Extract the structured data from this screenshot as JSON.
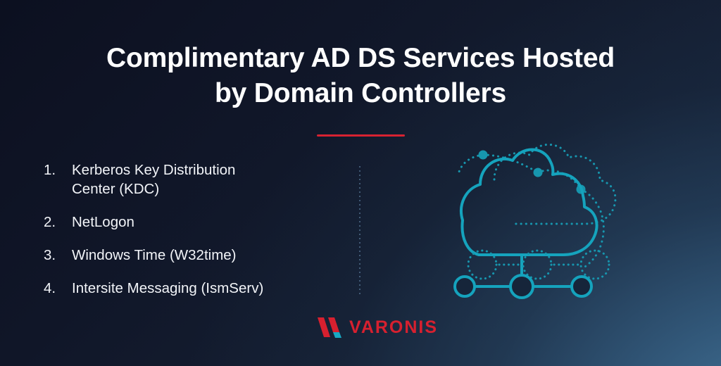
{
  "slide": {
    "title_lines": [
      "Complimentary AD DS Services Hosted",
      "by Domain Controllers"
    ],
    "list_items": [
      {
        "number": "1.",
        "text": "Kerberos Key Distribution Center (KDC)"
      },
      {
        "number": "2.",
        "text": "NetLogon"
      },
      {
        "number": "3.",
        "text": "Windows Time (W32time)"
      },
      {
        "number": "4.",
        "text": "Intersite Messaging (IsmServ)"
      }
    ],
    "logo": {
      "wordmark": "VARONIS",
      "mark_name": "varonis-double-slash-mark"
    },
    "graphic": {
      "name": "cloud-network-illustration",
      "description": "Teal outlined cloud with dotted duplicate cloud, three dotted circles and three connected solid nodes"
    },
    "colors": {
      "background_dark": "#0d1122",
      "background_light": "#2f5370",
      "accent_red": "#d72231",
      "logo_red": "#d7202f",
      "accent_teal": "#17a2b8",
      "text_white": "#ffffff",
      "text_body": "#f2f4f8"
    }
  }
}
